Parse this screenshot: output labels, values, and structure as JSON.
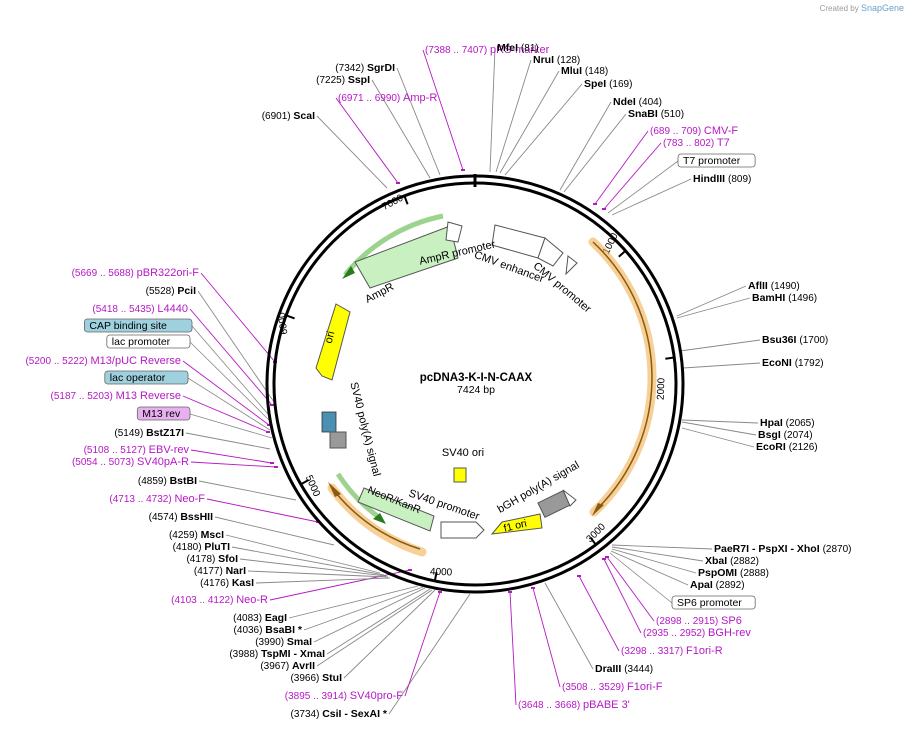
{
  "credit": {
    "prefix": "Created by",
    "brand": "SnapGene"
  },
  "plasmid": {
    "name": "pcDNA3-K-I-N-CAAX",
    "size_label": "7424 bp",
    "length": 7424
  },
  "ticks": [
    "1000",
    "2000",
    "3000",
    "4000",
    "5000",
    "6000",
    "7000"
  ],
  "colors": {
    "feature_text": "#b519c4",
    "backbone": "#000000",
    "orange_arc": "#f0a030",
    "promoter_fill": "#ffffff",
    "amp_fill": "#c8f0c0",
    "ori_fill": "#ffff00",
    "polyA_fill": "#999999"
  },
  "features": [
    {
      "name": "AmpR promoter"
    },
    {
      "name": "AmpR"
    },
    {
      "name": "CMV enhancer"
    },
    {
      "name": "CMV promoter"
    },
    {
      "name": "ori"
    },
    {
      "name": "SV40 poly(A) signal"
    },
    {
      "name": "SV40 ori"
    },
    {
      "name": "bGH poly(A) signal"
    },
    {
      "name": "f1 ori"
    },
    {
      "name": "SV40 promoter"
    },
    {
      "name": "NeoR/KanR"
    }
  ],
  "labels": [
    {
      "kind": "feat",
      "range": "(7388 .. 7407)",
      "name": "pRS-marker"
    },
    {
      "kind": "enz",
      "pos": "(7342)",
      "name": "SgrDI"
    },
    {
      "kind": "enz",
      "pos": "(7225)",
      "name": "SspI"
    },
    {
      "kind": "feat",
      "range": "(6971 .. 6990)",
      "name": "Amp-R"
    },
    {
      "kind": "enz",
      "pos": "(6901)",
      "name": "ScaI"
    },
    {
      "kind": "enz",
      "pos": "(81)",
      "name": "MfeI"
    },
    {
      "kind": "enz",
      "pos": "(128)",
      "name": "NruI"
    },
    {
      "kind": "enz",
      "pos": "(148)",
      "name": "MluI"
    },
    {
      "kind": "enz",
      "pos": "(169)",
      "name": "SpeI"
    },
    {
      "kind": "enz",
      "pos": "(404)",
      "name": "NdeI"
    },
    {
      "kind": "enz",
      "pos": "(510)",
      "name": "SnaBI"
    },
    {
      "kind": "feat",
      "range": "(689 .. 709)",
      "name": "CMV-F"
    },
    {
      "kind": "feat",
      "range": "(783 .. 802)",
      "name": "T7"
    },
    {
      "kind": "box",
      "name": "T7 promoter"
    },
    {
      "kind": "enz",
      "pos": "(809)",
      "name": "HindIII"
    },
    {
      "kind": "enz",
      "pos": "(1490)",
      "name": "AflII"
    },
    {
      "kind": "enz",
      "pos": "(1496)",
      "name": "BamHI"
    },
    {
      "kind": "enz",
      "pos": "(1700)",
      "name": "Bsu36I"
    },
    {
      "kind": "enz",
      "pos": "(1792)",
      "name": "EcoNI"
    },
    {
      "kind": "enz",
      "pos": "(2065)",
      "name": "HpaI"
    },
    {
      "kind": "enz",
      "pos": "(2074)",
      "name": "BsgI"
    },
    {
      "kind": "enz",
      "pos": "(2126)",
      "name": "EcoRI"
    },
    {
      "kind": "enz3",
      "pos": "(2870)",
      "names": [
        "PaeR7I",
        "- PspXI",
        "- XhoI"
      ]
    },
    {
      "kind": "enz",
      "pos": "(2882)",
      "name": "XbaI"
    },
    {
      "kind": "enz",
      "pos": "(2888)",
      "name": "PspOMI"
    },
    {
      "kind": "enz",
      "pos": "(2892)",
      "name": "ApaI"
    },
    {
      "kind": "box",
      "name": "SP6 promoter"
    },
    {
      "kind": "feat",
      "range": "(2898 .. 2915)",
      "name": "SP6"
    },
    {
      "kind": "feat",
      "range": "(2935 .. 2952)",
      "name": "BGH-rev"
    },
    {
      "kind": "feat",
      "range": "(3298 .. 3317)",
      "name": "F1ori-R"
    },
    {
      "kind": "enz",
      "pos": "(3444)",
      "name": "DraIII"
    },
    {
      "kind": "feat",
      "range": "(3508 .. 3529)",
      "name": "F1ori-F"
    },
    {
      "kind": "feat",
      "range": "(3648 .. 3668)",
      "name": "pBABE 3'"
    },
    {
      "kind": "enz",
      "pos": "(3734)",
      "name": "CsiI  -  SexAI *"
    },
    {
      "kind": "feat",
      "range": "(3895 .. 3914)",
      "name": "SV40pro-F"
    },
    {
      "kind": "enz",
      "pos": "(3966)",
      "name": "StuI"
    },
    {
      "kind": "enz",
      "pos": "(3967)",
      "name": "AvrII"
    },
    {
      "kind": "enz",
      "pos": "(3988)",
      "name": "TspMI  - XmaI"
    },
    {
      "kind": "enz",
      "pos": "(3990)",
      "name": "SmaI"
    },
    {
      "kind": "enz",
      "pos": "(4036)",
      "name": "BsaBI *"
    },
    {
      "kind": "enz",
      "pos": "(4083)",
      "name": "EagI"
    },
    {
      "kind": "feat",
      "range": "(4103 .. 4122)",
      "name": "Neo-R"
    },
    {
      "kind": "enz",
      "pos": "(4176)",
      "name": "KasI"
    },
    {
      "kind": "enz",
      "pos": "(4177)",
      "name": "NarI"
    },
    {
      "kind": "enz",
      "pos": "(4178)",
      "name": "SfoI"
    },
    {
      "kind": "enz",
      "pos": "(4180)",
      "name": "PluTI"
    },
    {
      "kind": "enz",
      "pos": "(4259)",
      "name": "MscI"
    },
    {
      "kind": "enz",
      "pos": "(4574)",
      "name": "BssHII"
    },
    {
      "kind": "feat",
      "range": "(4713 .. 4732)",
      "name": "Neo-F"
    },
    {
      "kind": "enz",
      "pos": "(4859)",
      "name": "BstBI"
    },
    {
      "kind": "feat",
      "range": "(5054 .. 5073)",
      "name": "SV40pA-R"
    },
    {
      "kind": "feat",
      "range": "(5108 .. 5127)",
      "name": "EBV-rev"
    },
    {
      "kind": "enz",
      "pos": "(5149)",
      "name": "BstZ17I"
    },
    {
      "kind": "pinkbox",
      "name": "M13 rev"
    },
    {
      "kind": "feat",
      "range": "(5187 .. 5203)",
      "name": "M13 Reverse"
    },
    {
      "kind": "bluebox",
      "name": "lac operator"
    },
    {
      "kind": "feat",
      "range": "(5200 .. 5222)",
      "name": "M13/pUC Reverse"
    },
    {
      "kind": "box",
      "name": "lac promoter"
    },
    {
      "kind": "bluebox",
      "name": "CAP binding site"
    },
    {
      "kind": "feat",
      "range": "(5418 .. 5435)",
      "name": "L4440"
    },
    {
      "kind": "enz",
      "pos": "(5528)",
      "name": "PciI"
    },
    {
      "kind": "feat",
      "range": "(5669 .. 5688)",
      "name": "pBR322ori-F"
    }
  ]
}
